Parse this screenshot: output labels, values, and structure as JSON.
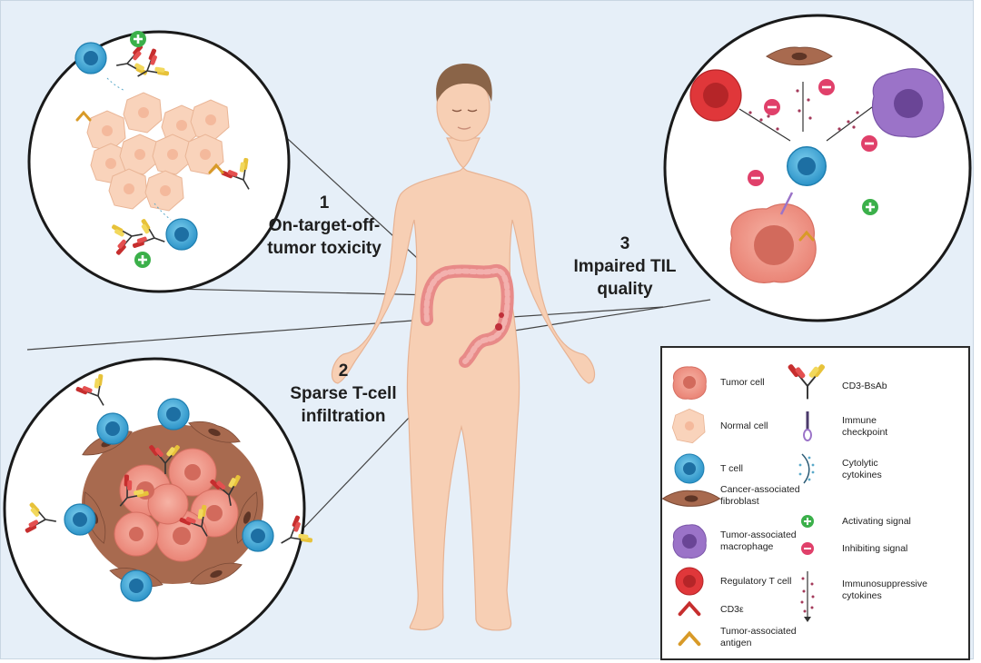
{
  "labels": [
    {
      "num": "1",
      "text": "On-target-off-\ntumor toxicity"
    },
    {
      "num": "2",
      "text": "Sparse T-cell\ninfiltration"
    },
    {
      "num": "3",
      "text": "Impaired TIL\nquality"
    }
  ],
  "legend": {
    "items": [
      {
        "label": "Tumor cell",
        "icon": "tumor-cell-icon"
      },
      {
        "label": "Normal cell",
        "icon": "normal-cell-icon"
      },
      {
        "label": "T cell",
        "icon": "t-cell-icon"
      },
      {
        "label": "Cancer-associated\nfibroblast",
        "icon": "fibroblast-icon"
      },
      {
        "label": "Tumor-associated\nmacrophage",
        "icon": "macrophage-icon"
      },
      {
        "label": "Regulatory T cell",
        "icon": "regulatory-t-cell-icon"
      },
      {
        "label": "CD3ε",
        "icon": "cd3e-icon"
      },
      {
        "label": "Tumor-associated\nantigen",
        "icon": "tumor-antigen-icon"
      },
      {
        "label": "CD3-BsAb",
        "icon": "cd3-bsab-icon"
      },
      {
        "label": "Immune\ncheckpoint",
        "icon": "immune-checkpoint-icon"
      },
      {
        "label": "Cytolytic\ncytokines",
        "icon": "cytolytic-cytokines-icon"
      },
      {
        "label": "Activating signal",
        "icon": "activating-signal-icon"
      },
      {
        "label": "Inhibiting signal",
        "icon": "inhibiting-signal-icon"
      },
      {
        "label": "Immunosuppressive\ncytokines",
        "icon": "immunosuppressive-cytokines-icon"
      }
    ]
  },
  "colors": {
    "background": "#e6eff8",
    "skin": "#f7cfb4",
    "tumor": "#f29a8a",
    "normal": "#f9d3bb",
    "tcell": "#39a9d9",
    "fibroblast": "#a86a4f",
    "macrophage": "#9b73c8",
    "treg": "#e0373a",
    "cd3e": "#c62e2e",
    "antigen": "#d89a28",
    "activating": "#3bb04a",
    "inhibiting": "#e0406a"
  }
}
